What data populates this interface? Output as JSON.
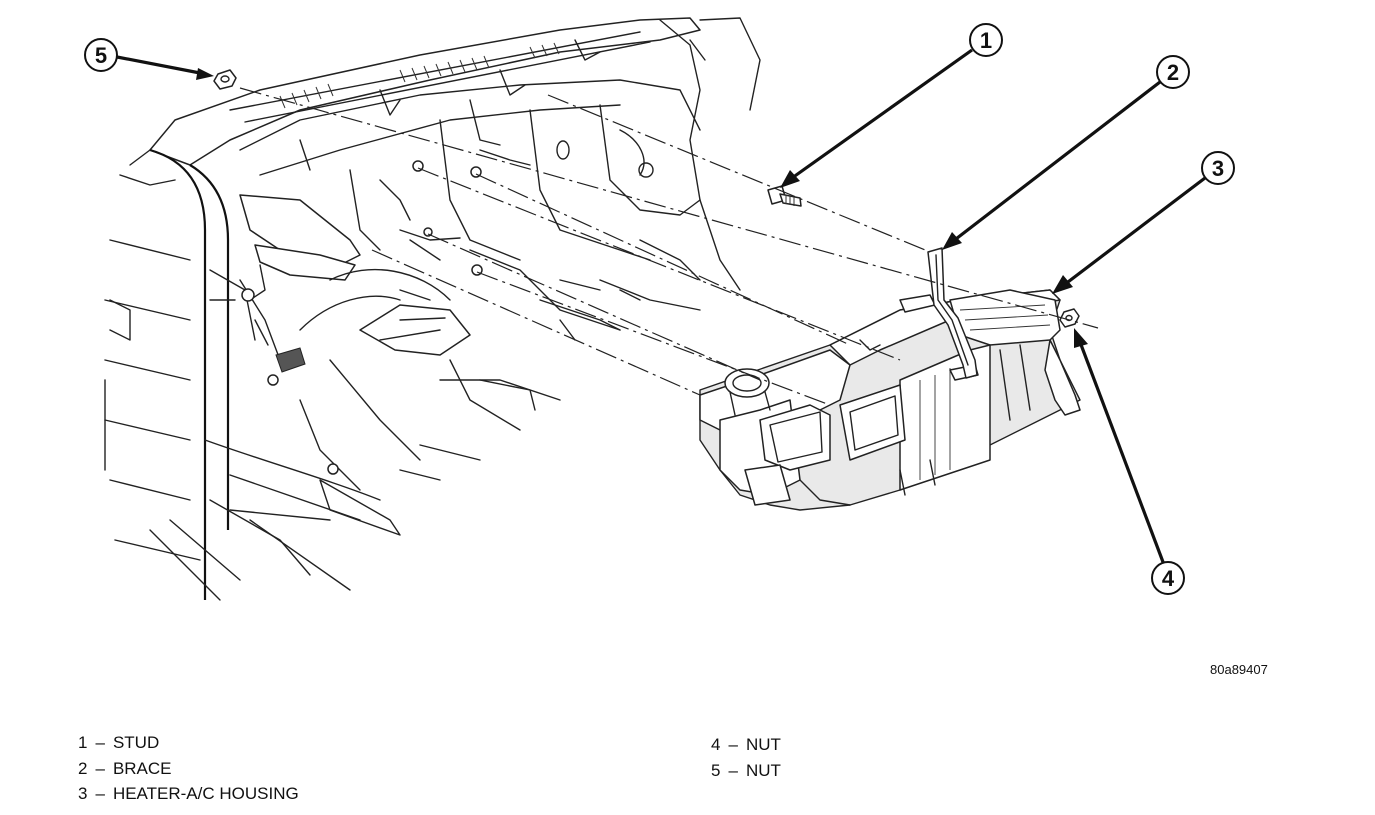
{
  "figure_id": "80a89407",
  "callouts": [
    {
      "number": "1"
    },
    {
      "number": "2"
    },
    {
      "number": "3"
    },
    {
      "number": "4"
    },
    {
      "number": "5"
    }
  ],
  "legend": {
    "separator": "–",
    "left": [
      {
        "number": "1",
        "label": "STUD"
      },
      {
        "number": "2",
        "label": "BRACE"
      },
      {
        "number": "3",
        "label": "HEATER-A/C HOUSING"
      }
    ],
    "right": [
      {
        "number": "4",
        "label": "NUT"
      },
      {
        "number": "5",
        "label": "NUT"
      }
    ]
  }
}
